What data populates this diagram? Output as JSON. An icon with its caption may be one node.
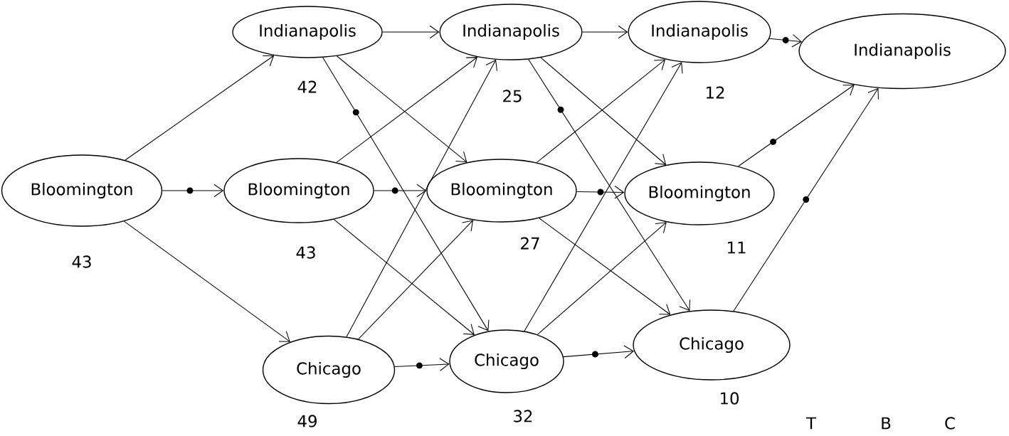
{
  "diagram": {
    "nodes": [
      {
        "text": [
          "Bloomington"
        ],
        "beside": [
          "43"
        ]
      },
      {
        "text": [
          "Indianapolis"
        ],
        "beside": [
          "42"
        ]
      },
      {
        "text": [
          "Bloomington"
        ],
        "beside": [
          "43"
        ]
      },
      {
        "text": [
          "Chicago"
        ],
        "beside": [
          "49"
        ]
      },
      {
        "text": [
          "Indianapolis"
        ],
        "beside": [
          "25"
        ]
      },
      {
        "text": [
          "Bloomington"
        ],
        "beside": [
          "27"
        ]
      },
      {
        "text": [
          "Chicago"
        ],
        "beside": [
          "32"
        ]
      },
      {
        "text": [
          "Indianapolis"
        ],
        "beside": [
          "12"
        ]
      },
      {
        "text": [
          "Bloomington"
        ],
        "beside": [
          "11"
        ]
      },
      {
        "text": [
          "Chicago"
        ],
        "beside": [
          "10"
        ]
      },
      {
        "text": [
          "Indianapolis"
        ]
      }
    ],
    "edges": [
      {
        "from": 0,
        "to": 1,
        "arrow": "to"
      },
      {
        "from": 0,
        "to": 2,
        "arrow": "to"
      },
      {
        "from": 0,
        "to": 3,
        "arrow": "to"
      },
      {
        "from": 1,
        "to": 4,
        "arrow": "to"
      },
      {
        "from": 1,
        "to": 5,
        "arrow": "to"
      },
      {
        "from": 1,
        "to": 6,
        "arrow": "to"
      },
      {
        "from": 2,
        "to": 4,
        "arrow": "to"
      },
      {
        "from": 2,
        "to": 5,
        "arrow": "to"
      },
      {
        "from": 2,
        "to": 6,
        "arrow": "to"
      },
      {
        "from": 3,
        "to": 4,
        "arrow": "to"
      },
      {
        "from": 3,
        "to": 5,
        "arrow": "to"
      },
      {
        "from": 3,
        "to": 6,
        "arrow": "to"
      },
      {
        "from": 4,
        "to": 7,
        "arrow": "to"
      },
      {
        "from": 4,
        "to": 8,
        "arrow": "to"
      },
      {
        "from": 4,
        "to": 9,
        "arrow": "to"
      },
      {
        "from": 5,
        "to": 7,
        "arrow": "to"
      },
      {
        "from": 5,
        "to": 8,
        "arrow": "to"
      },
      {
        "from": 5,
        "to": 9,
        "arrow": "to"
      },
      {
        "from": 6,
        "to": 7,
        "arrow": "to"
      },
      {
        "from": 6,
        "to": 8,
        "arrow": "to"
      },
      {
        "from": 6,
        "to": 9,
        "arrow": "to"
      },
      {
        "from": 7,
        "to": 10,
        "arrow": "to"
      },
      {
        "from": 8,
        "to": 10,
        "arrow": "to"
      },
      {
        "from": 9,
        "to": 10,
        "arrow": "to"
      }
    ],
    "labels": [
      "T",
      "B",
      "C"
    ]
  }
}
